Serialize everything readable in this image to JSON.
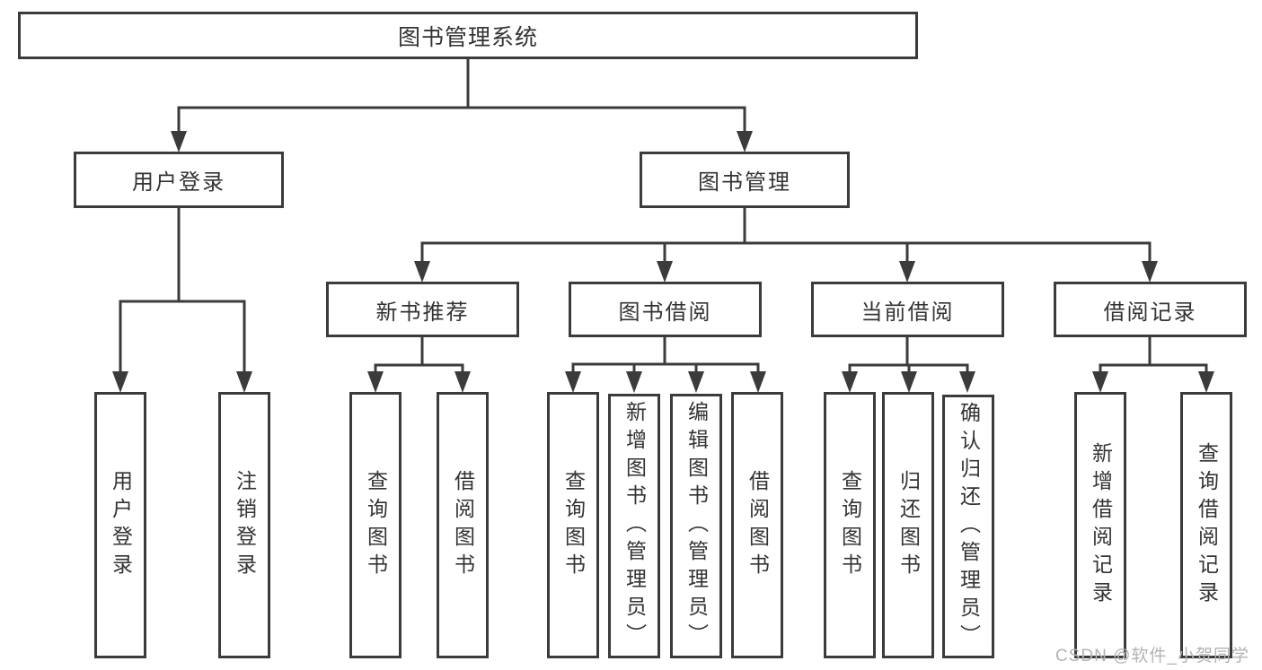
{
  "diagram": {
    "root": {
      "label": "图书管理系统"
    },
    "branches": [
      {
        "label": "用户登录",
        "children": [
          {
            "label": "用户登录"
          },
          {
            "label": "注销登录"
          }
        ]
      },
      {
        "label": "图书管理",
        "children": [
          {
            "label": "新书推荐",
            "children": [
              {
                "label": "查询图书"
              },
              {
                "label": "借阅图书"
              }
            ]
          },
          {
            "label": "图书借阅",
            "children": [
              {
                "label": "查询图书"
              },
              {
                "label": "新增图书（管理员）"
              },
              {
                "label": "编辑图书（管理员）"
              },
              {
                "label": "借阅图书"
              }
            ]
          },
          {
            "label": "当前借阅",
            "children": [
              {
                "label": "查询图书"
              },
              {
                "label": "归还图书"
              },
              {
                "label": "确认归还（管理员）"
              }
            ]
          },
          {
            "label": "借阅记录",
            "children": [
              {
                "label": "新增借阅记录"
              },
              {
                "label": "查询借阅记录"
              }
            ]
          }
        ]
      }
    ]
  },
  "watermark": {
    "text": "CSDN @软件_小贺同学"
  },
  "colors": {
    "line": "#3b3b3b",
    "text": "#333333",
    "watermark": "#b3b3b3",
    "background": "#ffffff"
  }
}
